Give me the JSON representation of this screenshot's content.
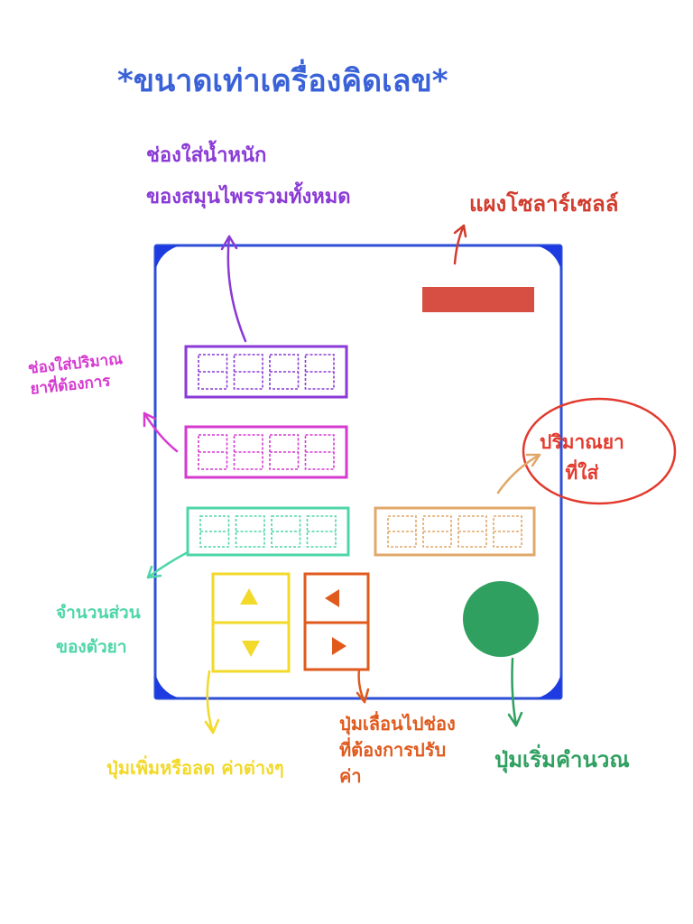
{
  "title": "*ขนาดเท่าเครื่องคิดเลข*",
  "labels": {
    "weight_input": "ช่องใส่น้ำหนัก\nของสมุนไพรรวมทั้งหมด",
    "solar_panel": "แผงโซลาร์เซลล์",
    "dose_input": "ช่องใส่ปริมาณ\nยาที่ต้องการ",
    "dose_result": "ปริมาณยา\nที่ใส่",
    "count_input": "จำนวนส่วน\nของตัวยา",
    "updown_buttons": "ปุ่มเพิ่มหรือลด ค่าต่างๆ",
    "move_buttons": "ปุ่มเลื่อนไปช่อง\nที่ต้องการปรับ\nค่า",
    "start_button": "ปุ่มเริ่มคำนวณ"
  },
  "colors": {
    "title": "#3a62d8",
    "frame": "#2e4fd6",
    "solar": "#d13c2e",
    "purple": "#8a3ad6",
    "magenta": "#d63ad1",
    "teal": "#4fd6a8",
    "tan": "#e0a86a",
    "yellow": "#f2d92a",
    "orange": "#e05a1e",
    "green": "#2fa060",
    "red_outline": "#e23a2e",
    "blue_corner": "#1d3be0"
  },
  "displays": [
    {
      "name": "weight-display",
      "color_key": "purple",
      "digits": 4
    },
    {
      "name": "dose-display",
      "color_key": "magenta",
      "digits": 4
    },
    {
      "name": "count-display",
      "color_key": "teal",
      "digits": 4
    },
    {
      "name": "result-display",
      "color_key": "tan",
      "digits": 4
    }
  ],
  "icons": [
    "up-arrow-icon",
    "down-arrow-icon",
    "left-arrow-icon",
    "right-arrow-icon"
  ]
}
